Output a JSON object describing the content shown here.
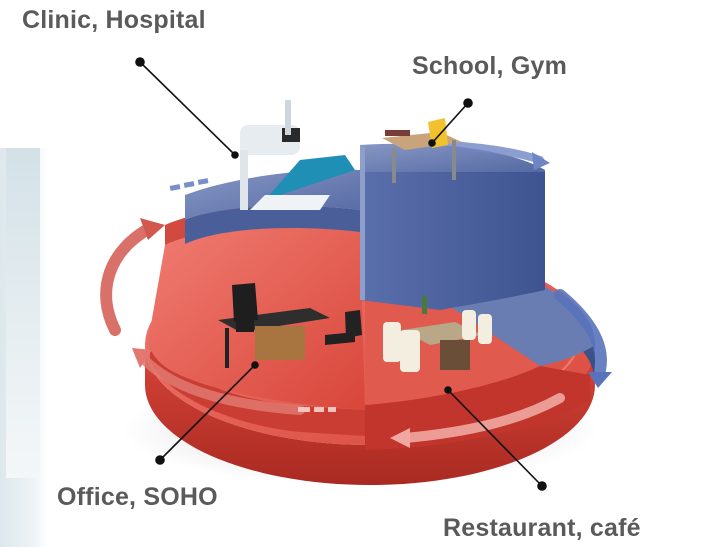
{
  "segments": [
    {
      "id": "clinic",
      "label": "Clinic, Hospital",
      "color": "#5a6fa3"
    },
    {
      "id": "school",
      "label": "School, Gym",
      "color": "#4d66a1"
    },
    {
      "id": "office",
      "label": "Office, SOHO",
      "color": "#d9493c"
    },
    {
      "id": "restaurant",
      "label": "Restaurant, café",
      "color": "#d84b3e"
    }
  ],
  "colors": {
    "text": "#5a5a5a",
    "blue_top": "#6a7fb3",
    "blue_side": "#3d5592",
    "red_top": "#e8625a",
    "red_side": "#c73a30",
    "arrow_red": "#cc4a44",
    "arrow_blue": "#4a66b0"
  }
}
